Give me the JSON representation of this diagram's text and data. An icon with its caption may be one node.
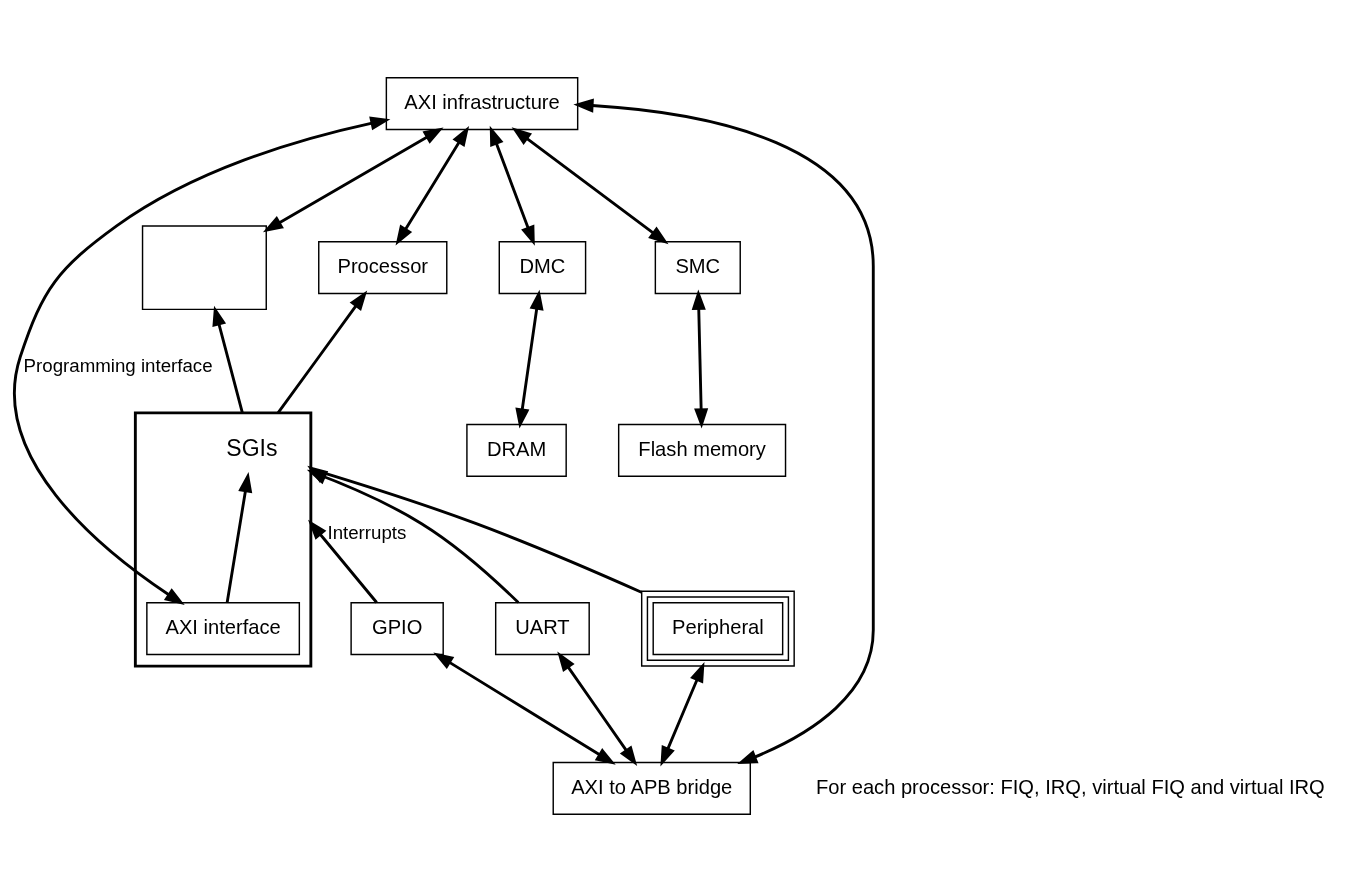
{
  "diagram": {
    "nodes": [
      {
        "text": [],
        "shape": "box"
      },
      {
        "text": [
          "SGIs"
        ],
        "in": 0
      },
      {
        "text": [
          "AXI interface"
        ],
        "in": 0
      },
      {
        "text": [],
        "shape": "box"
      },
      {
        "text": [
          "Processor"
        ]
      },
      {
        "text": [
          "GPIO"
        ]
      },
      {
        "text": [
          "UART"
        ]
      },
      {
        "text": [
          "Peripheral"
        ]
      },
      {
        "text": [
          "AXI to APB bridge"
        ]
      },
      {
        "text": [
          "DRAM"
        ]
      },
      {
        "text": [
          "DMC"
        ]
      },
      {
        "text": [
          "Flash memory"
        ]
      },
      {
        "text": [
          "SMC"
        ]
      },
      {
        "text": [
          "AXI infrastructure"
        ]
      }
    ],
    "edges": [
      {
        "from": 0,
        "to": 3,
        "arrow": "to"
      },
      {
        "from": 0,
        "to": 4,
        "arrow": "to"
      },
      {
        "from": 2,
        "to": 1,
        "arrow": "to"
      },
      {
        "from": 5,
        "to": 0,
        "arrow": "to",
        "label": "Interrupts"
      },
      {
        "from": 6,
        "to": 0,
        "arrow": "to"
      },
      {
        "from": 7,
        "to": 0,
        "arrow": "to"
      },
      {
        "from": 13,
        "to": 2,
        "arrow": "both",
        "label": "Programming interface"
      },
      {
        "from": 8,
        "to": 5,
        "arrow": "both"
      },
      {
        "from": 8,
        "to": 6,
        "arrow": "both"
      },
      {
        "from": 8,
        "to": 7,
        "arrow": "both"
      },
      {
        "from": 8,
        "to": 13,
        "arrow": "both"
      },
      {
        "from": 9,
        "to": 10,
        "arrow": "both"
      },
      {
        "from": 10,
        "to": 13,
        "arrow": "both"
      },
      {
        "from": 11,
        "to": 12,
        "arrow": "both"
      },
      {
        "from": 12,
        "to": 13,
        "arrow": "both"
      },
      {
        "from": 4,
        "to": 13,
        "arrow": "both"
      },
      {
        "from": 3,
        "to": 13,
        "arrow": "both"
      }
    ],
    "labels": [
      "For each processor: FIQ, IRQ, virtual FIQ and virtual IRQ"
    ]
  }
}
